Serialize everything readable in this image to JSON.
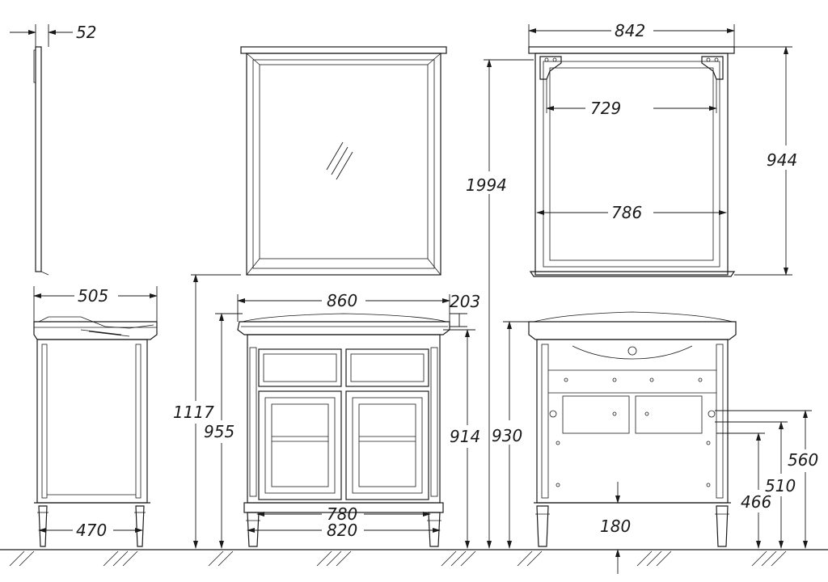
{
  "drawing": {
    "side_view": {
      "mirror_depth": "52",
      "top_depth": "505",
      "leg_span": "470"
    },
    "front_view": {
      "top_width": "860",
      "top_thickness": "203",
      "inner_width": "780",
      "outer_width": "820"
    },
    "mirror_back_view": {
      "width": "842",
      "bracket_span": "729",
      "inner_width": "786",
      "height": "944"
    },
    "heights": {
      "overall": "1994",
      "mirror_bottom": "1117",
      "counter_height": "955",
      "cabinet_height": "914",
      "rear_height": "930",
      "pipe_height_1": "560",
      "pipe_height_2": "510",
      "pipe_height_3": "466",
      "drain_offset": "180"
    }
  }
}
